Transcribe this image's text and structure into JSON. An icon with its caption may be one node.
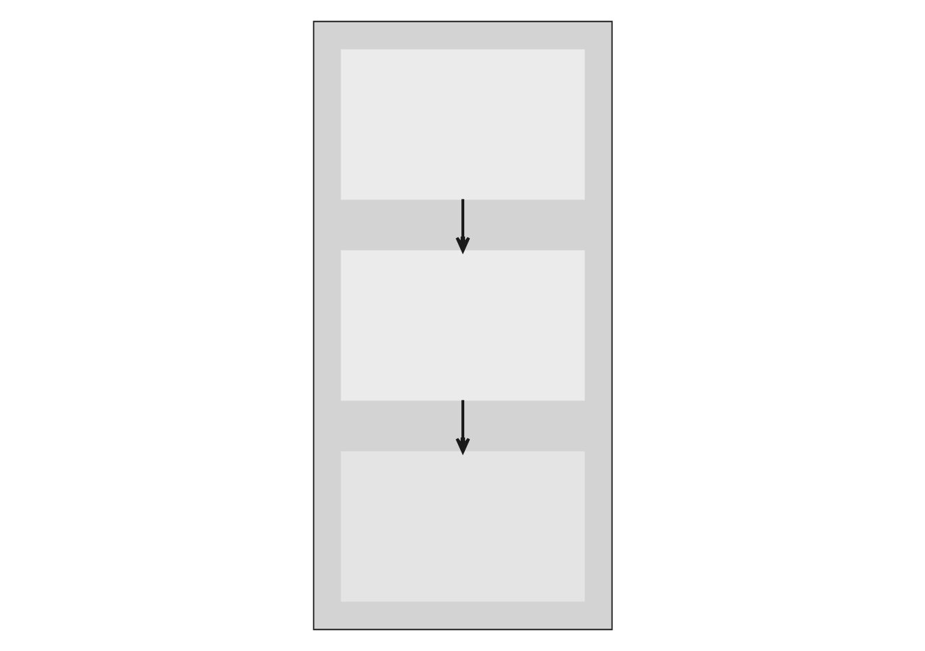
{
  "diagram": {
    "nodes": [
      {
        "text": [],
        "shape": "box"
      },
      {
        "text": [],
        "shape": "box",
        "in": 0
      },
      {
        "text": [],
        "shape": "box",
        "in": 0
      },
      {
        "text": [],
        "shape": "box",
        "in": 0
      }
    ],
    "edges": [
      {
        "from": 1,
        "to": 2,
        "arrow": "to"
      },
      {
        "from": 2,
        "to": 3,
        "arrow": "to"
      }
    ]
  }
}
